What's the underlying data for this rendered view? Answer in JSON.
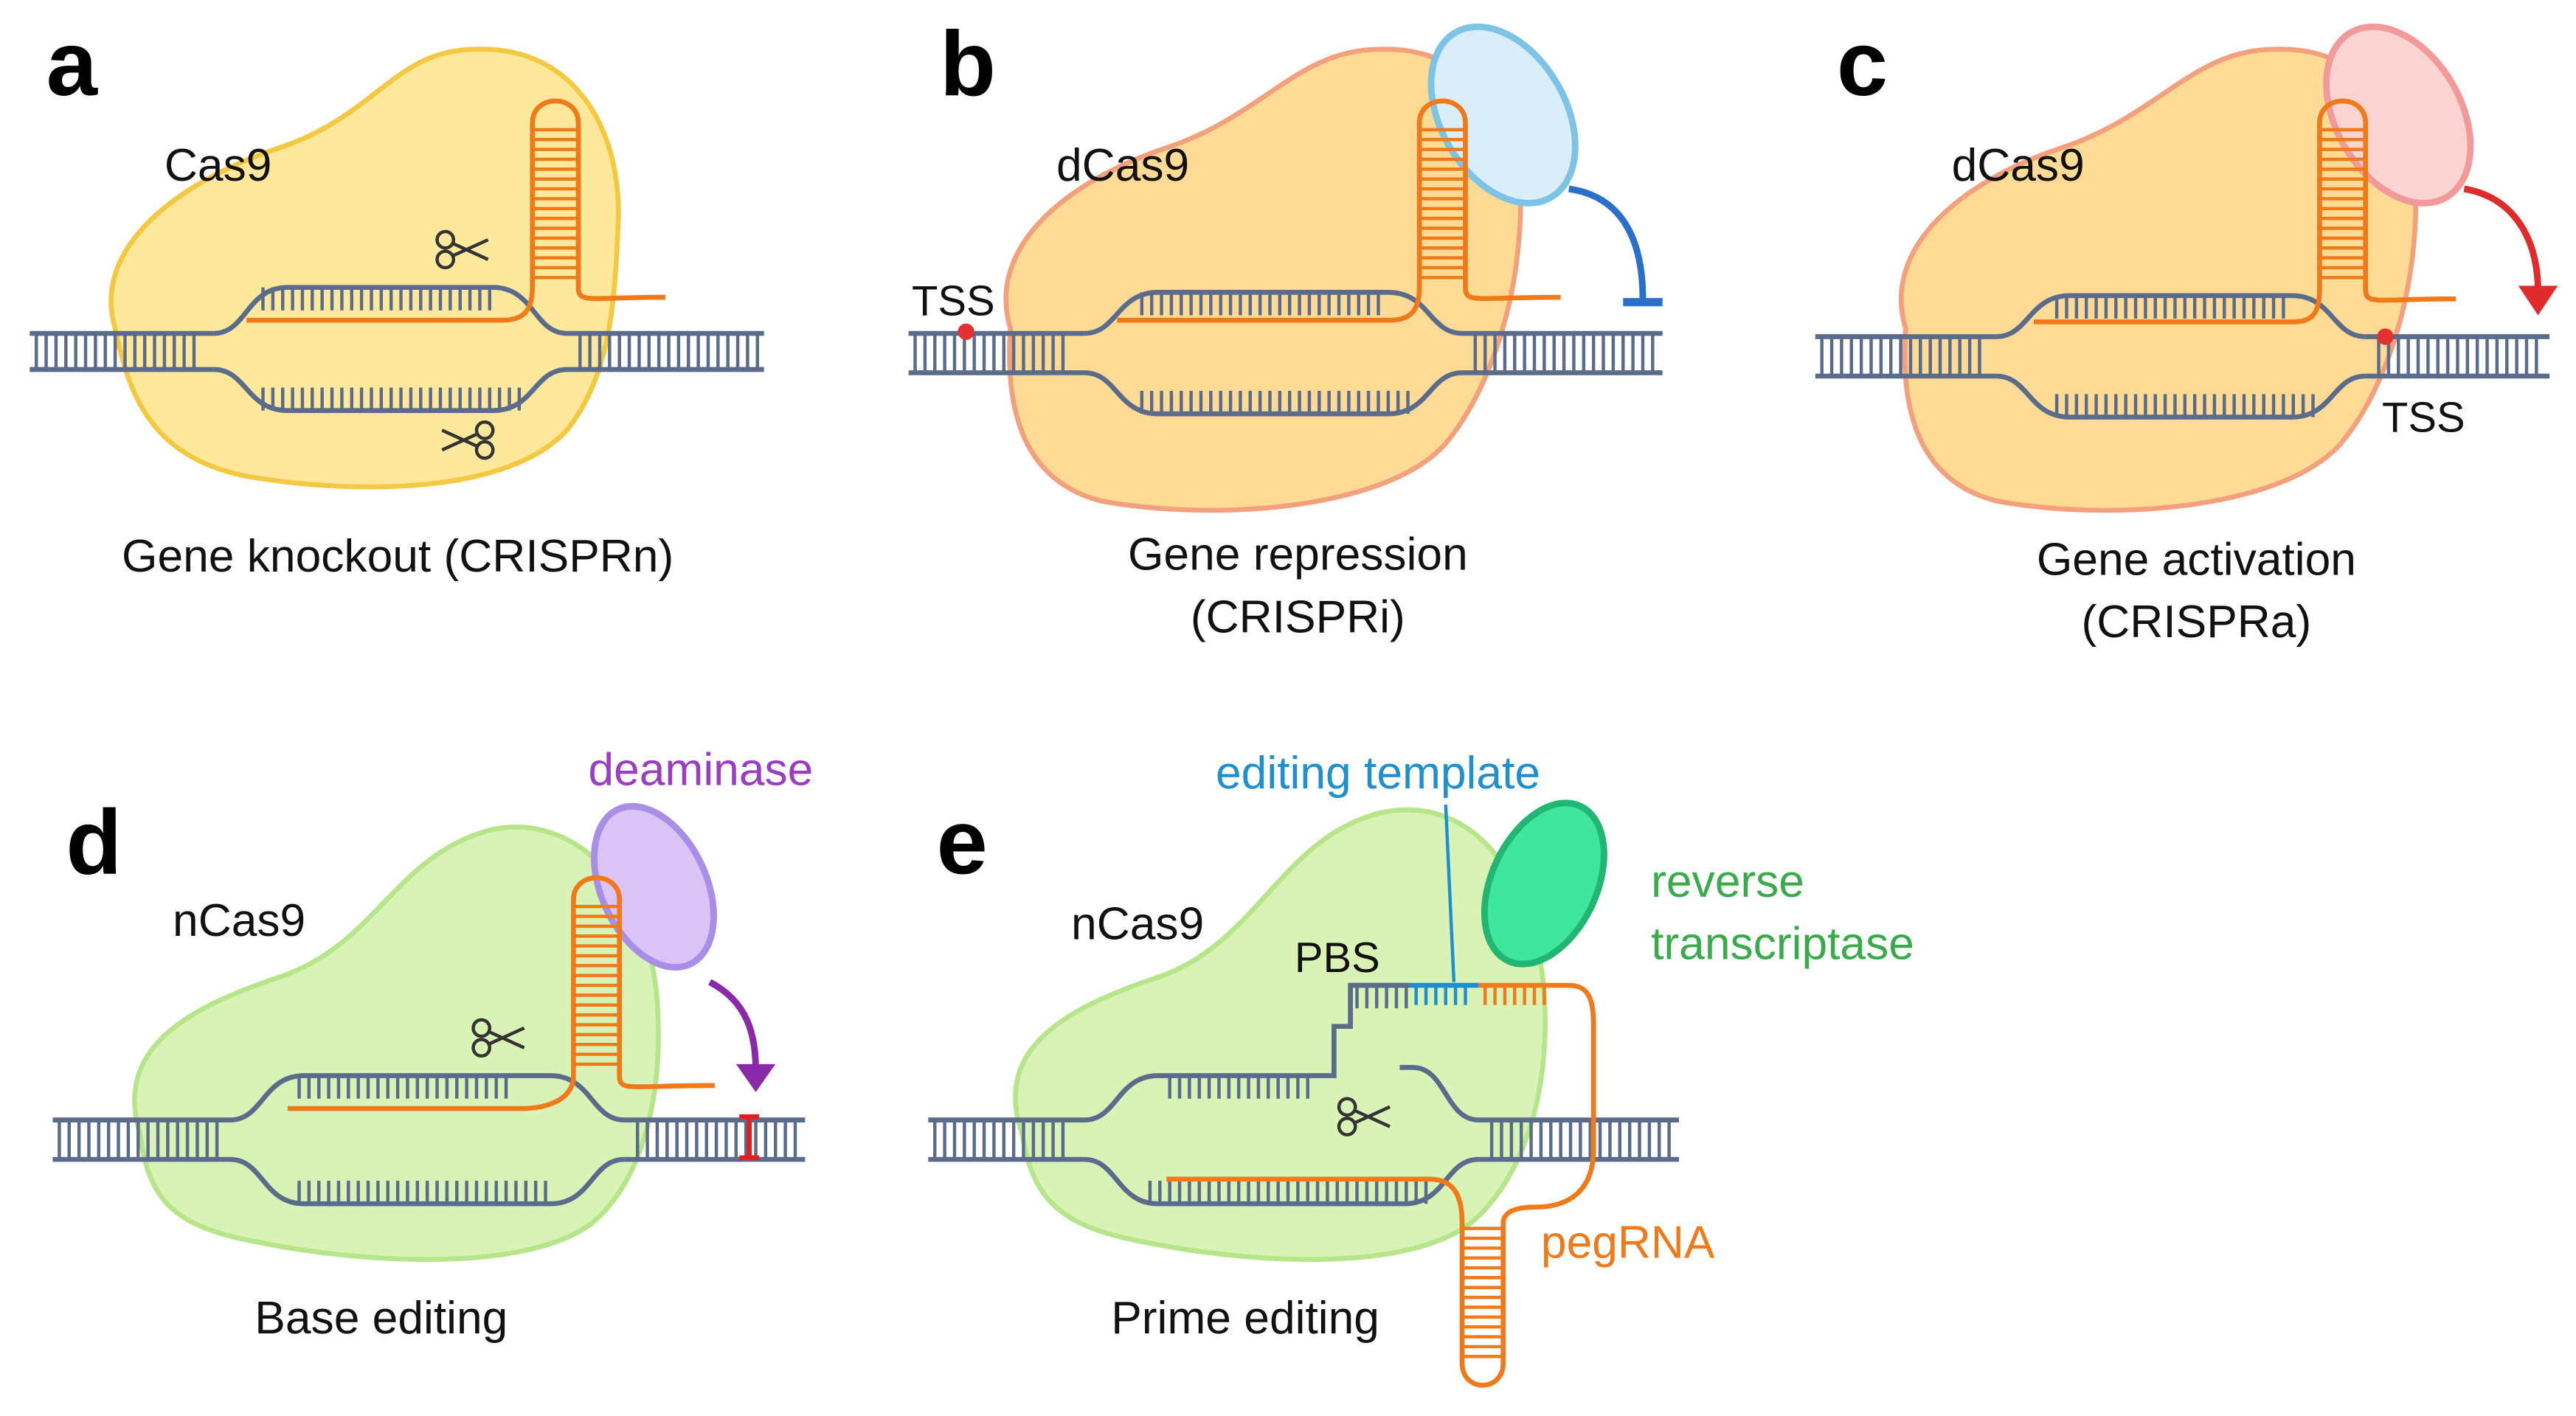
{
  "panels": {
    "a": {
      "letter": "a",
      "enzyme": "Cas9",
      "caption": [
        "Gene knockout (CRISPRn)"
      ]
    },
    "b": {
      "letter": "b",
      "enzyme": "dCas9",
      "site": "TSS",
      "caption": [
        "Gene repression",
        "(CRISPRi)"
      ]
    },
    "c": {
      "letter": "c",
      "enzyme": "dCas9",
      "site": "TSS",
      "caption": [
        "Gene activation",
        "(CRISPRa)"
      ]
    },
    "d": {
      "letter": "d",
      "enzyme": "nCas9",
      "effector": "deaminase",
      "caption": [
        "Base editing"
      ]
    },
    "e": {
      "letter": "e",
      "enzyme": "nCas9",
      "pbs": "PBS",
      "template": "editing template",
      "effector": [
        "reverse",
        "transcriptase"
      ],
      "guide": "pegRNA",
      "caption": [
        "Prime editing"
      ]
    }
  },
  "colors": {
    "dna": "#5a6b8c",
    "guide_rna": "#f07a1a",
    "cas9_fill": "#fde07a",
    "cas9_stroke": "#f5c842",
    "dcas9_fill": "#fdd27a",
    "dcas9_stroke": "#f3a07c",
    "ncas9_fill": "#d2f0a8",
    "ncas9_stroke": "#b6e58a",
    "repressor_fill": "#d9eef9",
    "repressor_stroke": "#7cc3e6",
    "activator_fill": "#fbd3d3",
    "activator_stroke": "#f29a9a",
    "deaminase_fill": "#d9c4f5",
    "deaminase_stroke": "#a98ee6",
    "rt_fill": "#3fe6a0",
    "rt_stroke": "#22b673",
    "repression_arrow": "#2a6fc9",
    "activation_arrow": "#e02b2b",
    "deaminase_arrow": "#8a2aa8",
    "deaminase_label": "#9b3cc4",
    "template_label": "#1e8fd0",
    "rt_label": "#3aab4a",
    "peg_label": "#f07a1a",
    "tss_dot": "#e53030",
    "edit_mark": "#e02020"
  }
}
